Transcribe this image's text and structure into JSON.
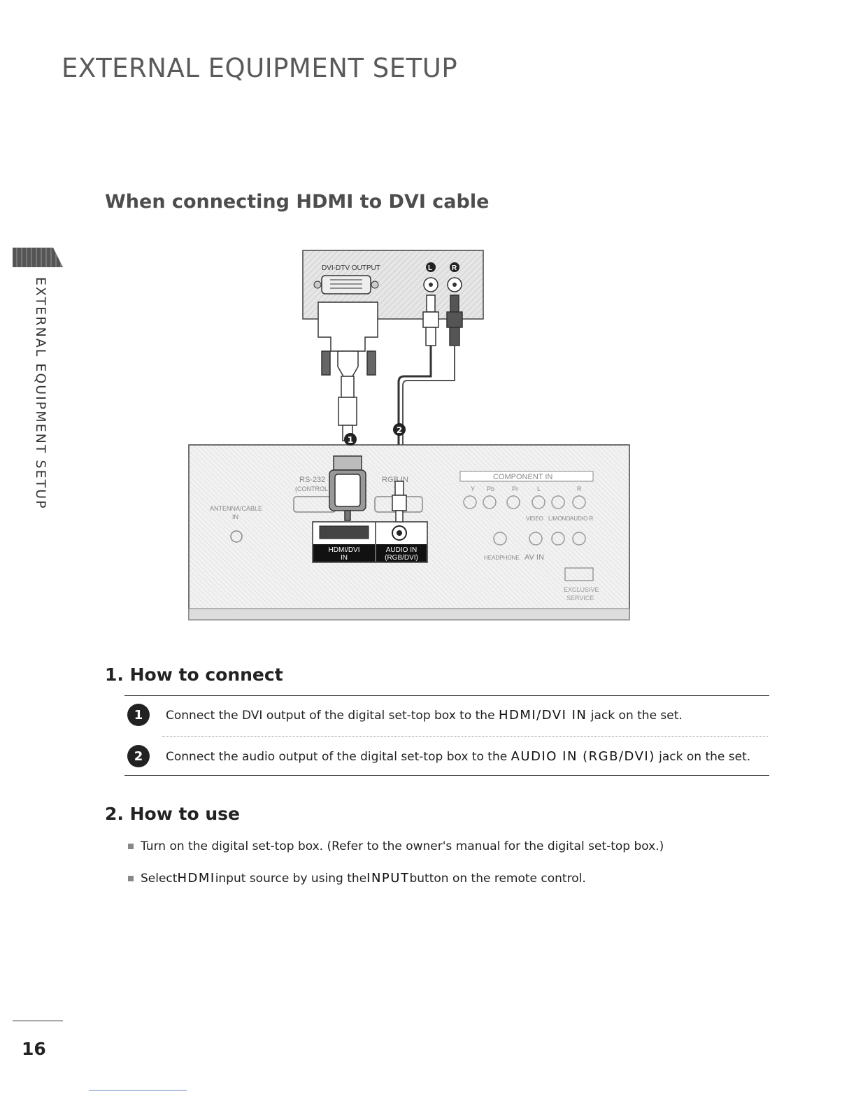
{
  "page": {
    "title": "EXTERNAL EQUIPMENT SETUP",
    "side_tab_label": "EXTERNAL EQUIPMENT SETUP",
    "page_number": "16"
  },
  "section": {
    "heading": "When connecting HDMI to DVI cable"
  },
  "diagram": {
    "stb_output_label": "DVI-DTV OUTPUT",
    "stb_audio_left": "L",
    "stb_audio_right": "R",
    "marker_1": "1",
    "marker_2": "2",
    "tv_rs232_label": "RS-232",
    "tv_rs232_sub": "(CONTROL &",
    "tv_rgb_label": "RGB IN",
    "tv_antenna_label": "ANTENNA/CABLE",
    "tv_antenna_sub": "IN",
    "tv_hdmi_label_1": "HDMI/DVI",
    "tv_hdmi_label_2": "IN",
    "tv_audio_label_1": "AUDIO IN",
    "tv_audio_label_2": "(RGB/DVI)",
    "tv_component_label": "COMPONENT IN",
    "tv_component_y": "Y",
    "tv_component_pb": "Pb",
    "tv_component_pr": "Pr",
    "tv_component_l": "L",
    "tv_component_r": "R",
    "tv_video_label": "VIDEO",
    "tv_mono_label": "L/MONO",
    "tv_audio_r_label": "AUDIO R",
    "tv_headphone_label": "HEADPHONE",
    "tv_av_in_label": "AV IN",
    "tv_exclusive_label_1": "EXCLUSIVE",
    "tv_exclusive_label_2": "SERVICE"
  },
  "how_to_connect": {
    "heading": "1. How to connect",
    "steps": [
      {
        "badge": "1",
        "text_before": "Connect the DVI output of the digital set-top box to the ",
        "emphasis": "HDMI/DVI IN",
        "text_after": " jack on the set."
      },
      {
        "badge": "2",
        "text_before": "Connect the audio output of the digital set-top box to the ",
        "emphasis": "AUDIO IN (RGB/DVI)",
        "text_after": " jack on the set."
      }
    ]
  },
  "how_to_use": {
    "heading": "2. How to use",
    "bullets": [
      {
        "text": "Turn on the digital set-top box. (Refer to the owner's manual for the digital set-top box.)"
      },
      {
        "text_before": "Select ",
        "emphasis_1": "HDMI",
        "text_middle": " input source by using the ",
        "emphasis_2": "INPUT",
        "text_after": " button on the remote control."
      }
    ]
  }
}
